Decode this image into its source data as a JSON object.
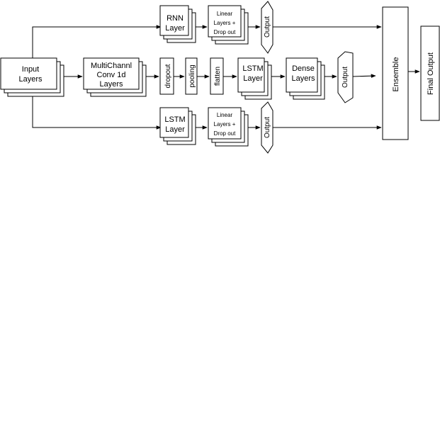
{
  "diagram": {
    "input_layers": [
      "Input",
      "Layers"
    ],
    "multichannel": [
      "MultiChannl",
      "Conv 1d",
      "Layers"
    ],
    "dropout": "dropout",
    "pooling": "pooling",
    "flatten": "flatten",
    "lstm_mid": [
      "LSTM",
      "Layer"
    ],
    "dense": [
      "Dense",
      "Layers"
    ],
    "output_mid": "Output",
    "rnn": [
      "RNN",
      "Layer"
    ],
    "linear_top": [
      "Linear",
      "Layers +",
      "Drop out"
    ],
    "output_top": "Output",
    "lstm_bottom": [
      "LSTM",
      "Layer"
    ],
    "linear_bottom": [
      "Linear",
      "Layers +",
      "Drop out"
    ],
    "output_bottom": "Output",
    "ensemble": "Ensemble",
    "final_output": "Final Output"
  }
}
